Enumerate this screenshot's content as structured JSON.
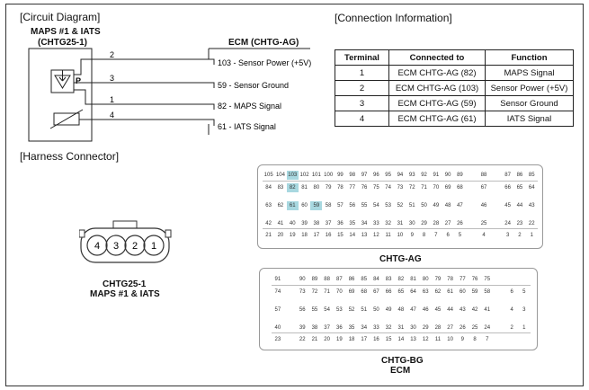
{
  "circuit": {
    "title": "[Circuit Diagram]",
    "sensor_name": "MAPS #1 & IATS",
    "sensor_code": "(CHTG25-1)",
    "ecm_name": "ECM (CHTG-AG)",
    "sensor_pins": [
      "2",
      "3",
      "1",
      "4"
    ],
    "ecm_labels": [
      "103 - Sensor Power (+5V)",
      "59 - Sensor Ground",
      "82 - MAPS Signal",
      "61 - IATS Signal"
    ],
    "p_label": "P"
  },
  "connection": {
    "title": "[Connection Information]",
    "headers": [
      "Terminal",
      "Connected to",
      "Function"
    ],
    "rows": [
      [
        "1",
        "ECM CHTG-AG (82)",
        "MAPS Signal"
      ],
      [
        "2",
        "ECM CHTG-AG (103)",
        "Sensor Power (+5V)"
      ],
      [
        "3",
        "ECM CHTG-AG (59)",
        "Sensor Ground"
      ],
      [
        "4",
        "ECM CHTG-AG (61)",
        "IATS Signal"
      ]
    ]
  },
  "harness": {
    "title": "[Harness Connector]",
    "connector_pins": [
      "4",
      "3",
      "2",
      "1"
    ],
    "connector_code": "CHTG25-1",
    "connector_name": "MAPS #1 & IATS",
    "ag_label": "CHTG-AG",
    "bg_label": "CHTG-BG",
    "ecm_label": "ECM",
    "ag_rows": [
      [
        "105",
        "104",
        "103",
        "102",
        "101",
        "100",
        "99",
        "98",
        "97",
        "96",
        "95",
        "94",
        "93",
        "92",
        "91",
        "90",
        "89",
        "",
        "88",
        "",
        "87",
        "86",
        "85"
      ],
      [
        "84",
        "83",
        "82",
        "81",
        "80",
        "79",
        "78",
        "77",
        "76",
        "75",
        "74",
        "73",
        "72",
        "71",
        "70",
        "69",
        "68",
        "",
        "67",
        "",
        "66",
        "65",
        "64"
      ],
      [
        "63",
        "62",
        "61",
        "60",
        "59",
        "58",
        "57",
        "56",
        "55",
        "54",
        "53",
        "52",
        "51",
        "50",
        "49",
        "48",
        "47",
        "",
        "46",
        "",
        "45",
        "44",
        "43"
      ],
      [
        "42",
        "41",
        "40",
        "39",
        "38",
        "37",
        "36",
        "35",
        "34",
        "33",
        "32",
        "31",
        "30",
        "29",
        "28",
        "27",
        "26",
        "",
        "25",
        "",
        "24",
        "23",
        "22"
      ],
      [
        "21",
        "20",
        "19",
        "18",
        "17",
        "16",
        "15",
        "14",
        "13",
        "12",
        "11",
        "10",
        "9",
        "8",
        "7",
        "6",
        "5",
        "",
        "4",
        "",
        "3",
        "2",
        "1"
      ]
    ],
    "ag_highlight": [
      "103",
      "82",
      "61",
      "59"
    ],
    "bg_rows": [
      [
        "91",
        "",
        "90",
        "89",
        "88",
        "87",
        "86",
        "85",
        "84",
        "83",
        "82",
        "81",
        "80",
        "79",
        "78",
        "77",
        "76",
        "75",
        "",
        "",
        ""
      ],
      [
        "74",
        "",
        "73",
        "72",
        "71",
        "70",
        "69",
        "68",
        "67",
        "66",
        "65",
        "64",
        "63",
        "62",
        "61",
        "60",
        "59",
        "58",
        "",
        "6",
        "5"
      ],
      [
        "57",
        "",
        "56",
        "55",
        "54",
        "53",
        "52",
        "51",
        "50",
        "49",
        "48",
        "47",
        "46",
        "45",
        "44",
        "43",
        "42",
        "41",
        "",
        "4",
        "3"
      ],
      [
        "40",
        "",
        "39",
        "38",
        "37",
        "36",
        "35",
        "34",
        "33",
        "32",
        "31",
        "30",
        "29",
        "28",
        "27",
        "26",
        "25",
        "24",
        "",
        "2",
        "1"
      ],
      [
        "23",
        "",
        "22",
        "21",
        "20",
        "19",
        "18",
        "17",
        "16",
        "15",
        "14",
        "13",
        "12",
        "11",
        "10",
        "9",
        "8",
        "7",
        "",
        "",
        ""
      ]
    ]
  }
}
